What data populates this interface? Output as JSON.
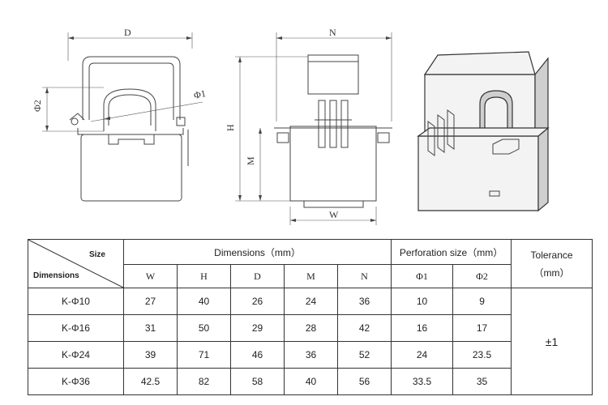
{
  "drawing_labels": {
    "D": "D",
    "N": "N",
    "H": "H",
    "M": "M",
    "W": "W",
    "phi1": "Φ1",
    "phi2": "Φ2"
  },
  "table": {
    "corner_size": "Size",
    "corner_dimensions": "Dimensions",
    "group_dimensions": "Dimensions（mm）",
    "group_perforation": "Perforation size（mm）",
    "tolerance_label": "Tolerance",
    "tolerance_unit": "（mm）",
    "columns": [
      "W",
      "H",
      "D",
      "M",
      "N",
      "Φ1",
      "Φ2"
    ],
    "rows": [
      {
        "model": "K-Φ10",
        "values": [
          "27",
          "40",
          "26",
          "24",
          "36",
          "10",
          "9"
        ]
      },
      {
        "model": "K-Φ16",
        "values": [
          "31",
          "50",
          "29",
          "28",
          "42",
          "16",
          "17"
        ]
      },
      {
        "model": "K-Φ24",
        "values": [
          "39",
          "71",
          "46",
          "36",
          "52",
          "24",
          "23.5"
        ]
      },
      {
        "model": "K-Φ36",
        "values": [
          "42.5",
          "82",
          "58",
          "40",
          "56",
          "33.5",
          "35"
        ]
      }
    ],
    "tolerance_value": "±1"
  }
}
